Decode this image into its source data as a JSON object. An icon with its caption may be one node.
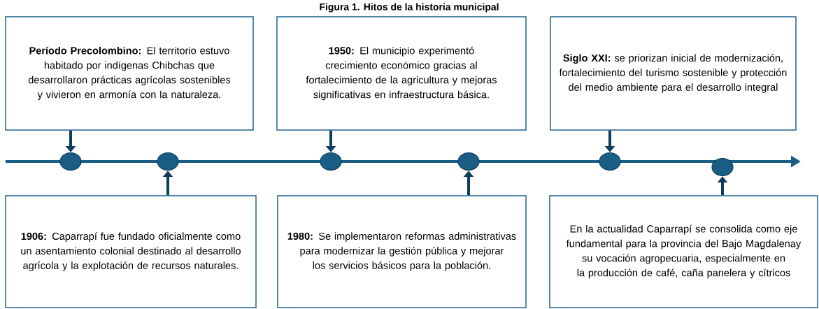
{
  "diagram": {
    "title": "Figura 1. Hitos de la historia municipal",
    "nodes": [
      {
        "text": [
          "**Período Precolombino:** El territorio estuvo habitado por indígenas Chibchas que desarrollaron prácticas agrícolas sostenibles y vivieron en armonía con la naturaleza."
        ]
      },
      {
        "text": [
          "**1950:** El municipio experimentó crecimiento económico gracias al fortalecimiento de la agricultura y mejoras significativas en infraestructura básica."
        ]
      },
      {
        "text": [
          "**Siglo XXI:** se priorizan inicial de modernización, fortalecimiento del turismo sostenible y protección del medio ambiente para el desarrollo integral"
        ]
      },
      {
        "text": [],
        "shape": "circle"
      },
      {
        "text": [],
        "shape": "circle"
      },
      {
        "text": [],
        "shape": "circle"
      },
      {
        "text": [],
        "shape": "circle"
      },
      {
        "text": [],
        "shape": "circle"
      },
      {
        "text": [],
        "shape": "circle"
      },
      {
        "text": [
          "**1906:** Caparrapí fue fundado oficialmente como un asentamiento colonial destinado al desarrollo agrícola y la explotación de recursos naturales."
        ]
      },
      {
        "text": [
          "**1980:** Se implementaron reformas administrativas para modernizar la gestión pública y mejorar los servicios básicos para la población."
        ]
      },
      {
        "text": [
          "En la actualidad Caparrapí se consolida como eje fundamental para la provincia del Bajo Magdalenay su vocación agropecuaria, especialmente en la producción de café, caña panelera y cítricos"
        ]
      }
    ],
    "edges": [
      {
        "from": 0,
        "to": 3,
        "arrow": "to"
      },
      {
        "from": 1,
        "to": 5,
        "arrow": "to"
      },
      {
        "from": 2,
        "to": 7,
        "arrow": "to"
      },
      {
        "from": 9,
        "to": 4,
        "arrow": "to"
      },
      {
        "from": 10,
        "to": 6,
        "arrow": "to"
      },
      {
        "from": 11,
        "to": 8,
        "arrow": "to"
      }
    ]
  }
}
